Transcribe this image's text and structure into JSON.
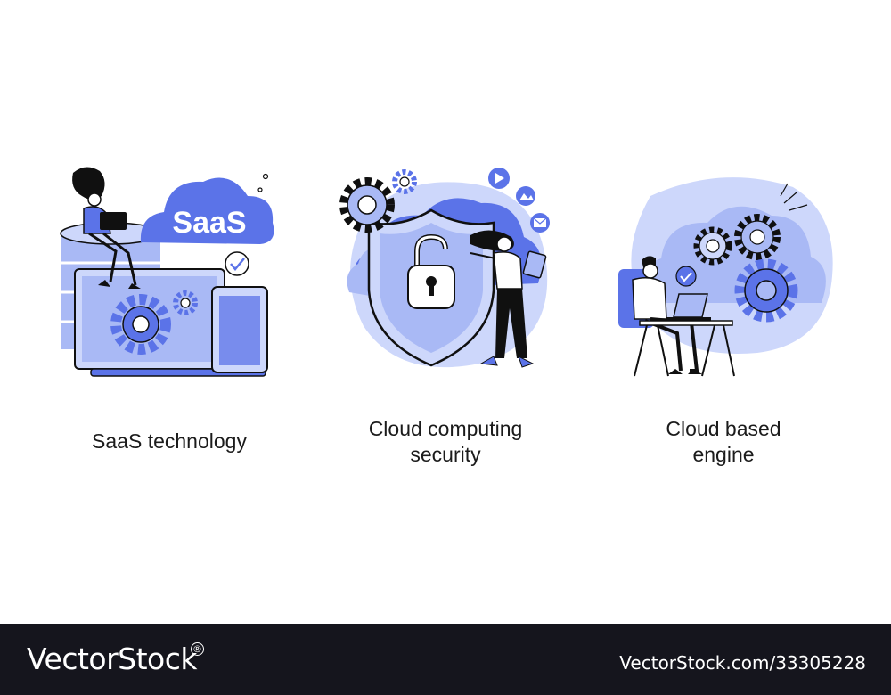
{
  "panels": [
    {
      "title_lines": [
        "SaaS technology"
      ],
      "badge": "SaaS"
    },
    {
      "title_lines": [
        "Cloud computing",
        "security"
      ]
    },
    {
      "title_lines": [
        "Cloud based",
        "engine"
      ]
    }
  ],
  "footer": {
    "brand": "VectorStock",
    "brand_mark": "®",
    "image_id": "VectorStock.com/33305228"
  },
  "colors": {
    "accent": "#5b73e8",
    "light": "#a9b9f5",
    "pale": "#cdd7fb",
    "ink": "#101010",
    "footer_bg": "#15151d"
  },
  "icons": [
    "cloud-icon",
    "gear-icon",
    "checkmark-icon",
    "padlock-icon",
    "shield-icon",
    "play-icon",
    "image-icon",
    "mail-icon",
    "laptop-icon",
    "tablet-icon",
    "database-icon"
  ]
}
